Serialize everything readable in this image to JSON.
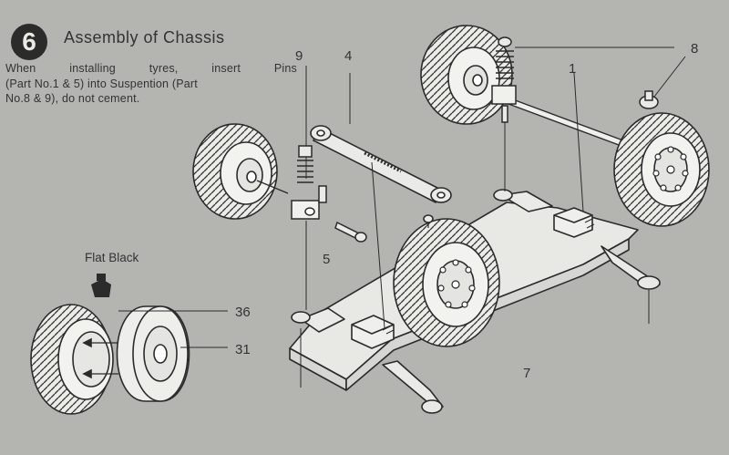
{
  "step": {
    "number": "6",
    "title": "Assembly of Chassis"
  },
  "instructions": {
    "line1": "When installing tyres, insert Pins",
    "line2": "(Part No.1 & 5) into Suspention (Part",
    "line3": "No.8 & 9), do not cement."
  },
  "paint_note": "Flat Black",
  "part_labels": {
    "p9": "9",
    "p4": "4",
    "p1": "1",
    "p8": "8",
    "p5": "5",
    "p36": "36",
    "p31": "31",
    "p7": "7"
  },
  "colors": {
    "paper": "#b4b4b1",
    "ink": "#2b2b2b",
    "part_fill": "#e8e8e4"
  }
}
